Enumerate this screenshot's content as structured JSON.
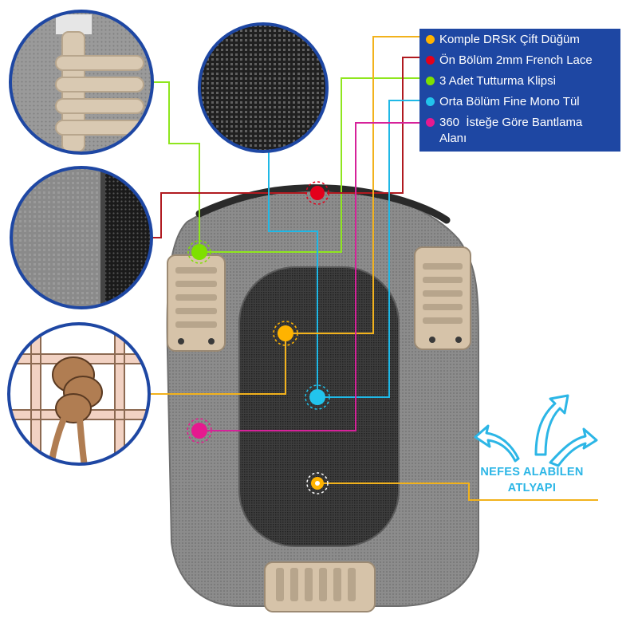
{
  "colors": {
    "legend_background": "#1e47a3",
    "legend_text": "#ffffff",
    "callout_text": "#2cb6e6",
    "marker_yellow": "#ffb300",
    "marker_red": "#e3001b",
    "marker_green": "#7ee000",
    "marker_cyan": "#22c4ec",
    "marker_magenta": "#e6198f",
    "leader_yellow": "#f2b21c",
    "leader_red": "#b01a20",
    "leader_green": "#8fe61e",
    "leader_cyan": "#1fb8e6",
    "leader_magenta": "#d6229a",
    "cap_outer": "#8b8b8b",
    "cap_inner": "#3c3c3c",
    "clip": "#d3bfa5",
    "zoom_border": "#1e47a3"
  },
  "legend": {
    "items": [
      {
        "label": "Komple DRSK Çift Düğüm",
        "color": "#ffb300",
        "icon": "bullet-dot"
      },
      {
        "label": "Ön Bölüm 2mm French Lace",
        "color": "#e3001b",
        "icon": "bullet-dot"
      },
      {
        "label": "3 Adet Tutturma Klipsi",
        "color": "#7ee000",
        "icon": "bullet-dot"
      },
      {
        "label": "Orta Bölüm Fine Mono Tül",
        "color": "#22c4ec",
        "icon": "bullet-dot"
      },
      {
        "label": "360  İsteğe Göre Bantlama\nAlanı",
        "color": "#e6198f",
        "icon": "bullet-dot"
      }
    ]
  },
  "breathable": {
    "line1": "NEFES ALABİLEN",
    "line2": "ATLYAPI",
    "icon": "airflow-arrows-icon"
  },
  "zoom_views": [
    {
      "name": "clip-closeup",
      "content": "snap clip teeth on lace"
    },
    {
      "name": "mesh-closeup",
      "content": "fine mono mesh texture"
    },
    {
      "name": "lace-closeup",
      "content": "french lace with poly edge"
    },
    {
      "name": "knot-closeup",
      "content": "double knot on lace grid"
    }
  ]
}
